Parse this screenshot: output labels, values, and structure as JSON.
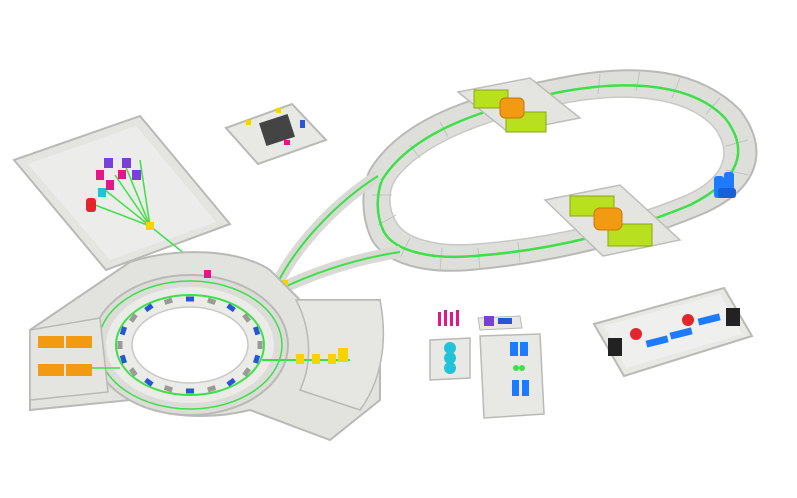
{
  "colors": {
    "background": "#ffffff",
    "floor": "#e6e6e4",
    "floor_shadow": "#c9c9c6",
    "wall": "#d9d9d6",
    "wall_edge": "#b9b9b5",
    "beam": "#3ee04a",
    "magnet_orange": "#f29a12",
    "magnet_yellowgreen": "#b8e01e",
    "quad_blue": "#2a56d6",
    "bright_blue": "#1e7bff",
    "magenta": "#e0198a",
    "purple": "#7a3fd6",
    "cyan": "#20c3d8",
    "red": "#e2262e",
    "yellow": "#f5d400",
    "dark": "#333333"
  },
  "legend": [],
  "facilities": [
    {
      "id": "injector-ring",
      "name": ""
    },
    {
      "id": "storage-ring",
      "name": ""
    },
    {
      "id": "experiment-hall",
      "name": ""
    },
    {
      "id": "control-room",
      "name": ""
    },
    {
      "id": "detector-room",
      "name": ""
    },
    {
      "id": "lab-complex",
      "name": ""
    }
  ]
}
